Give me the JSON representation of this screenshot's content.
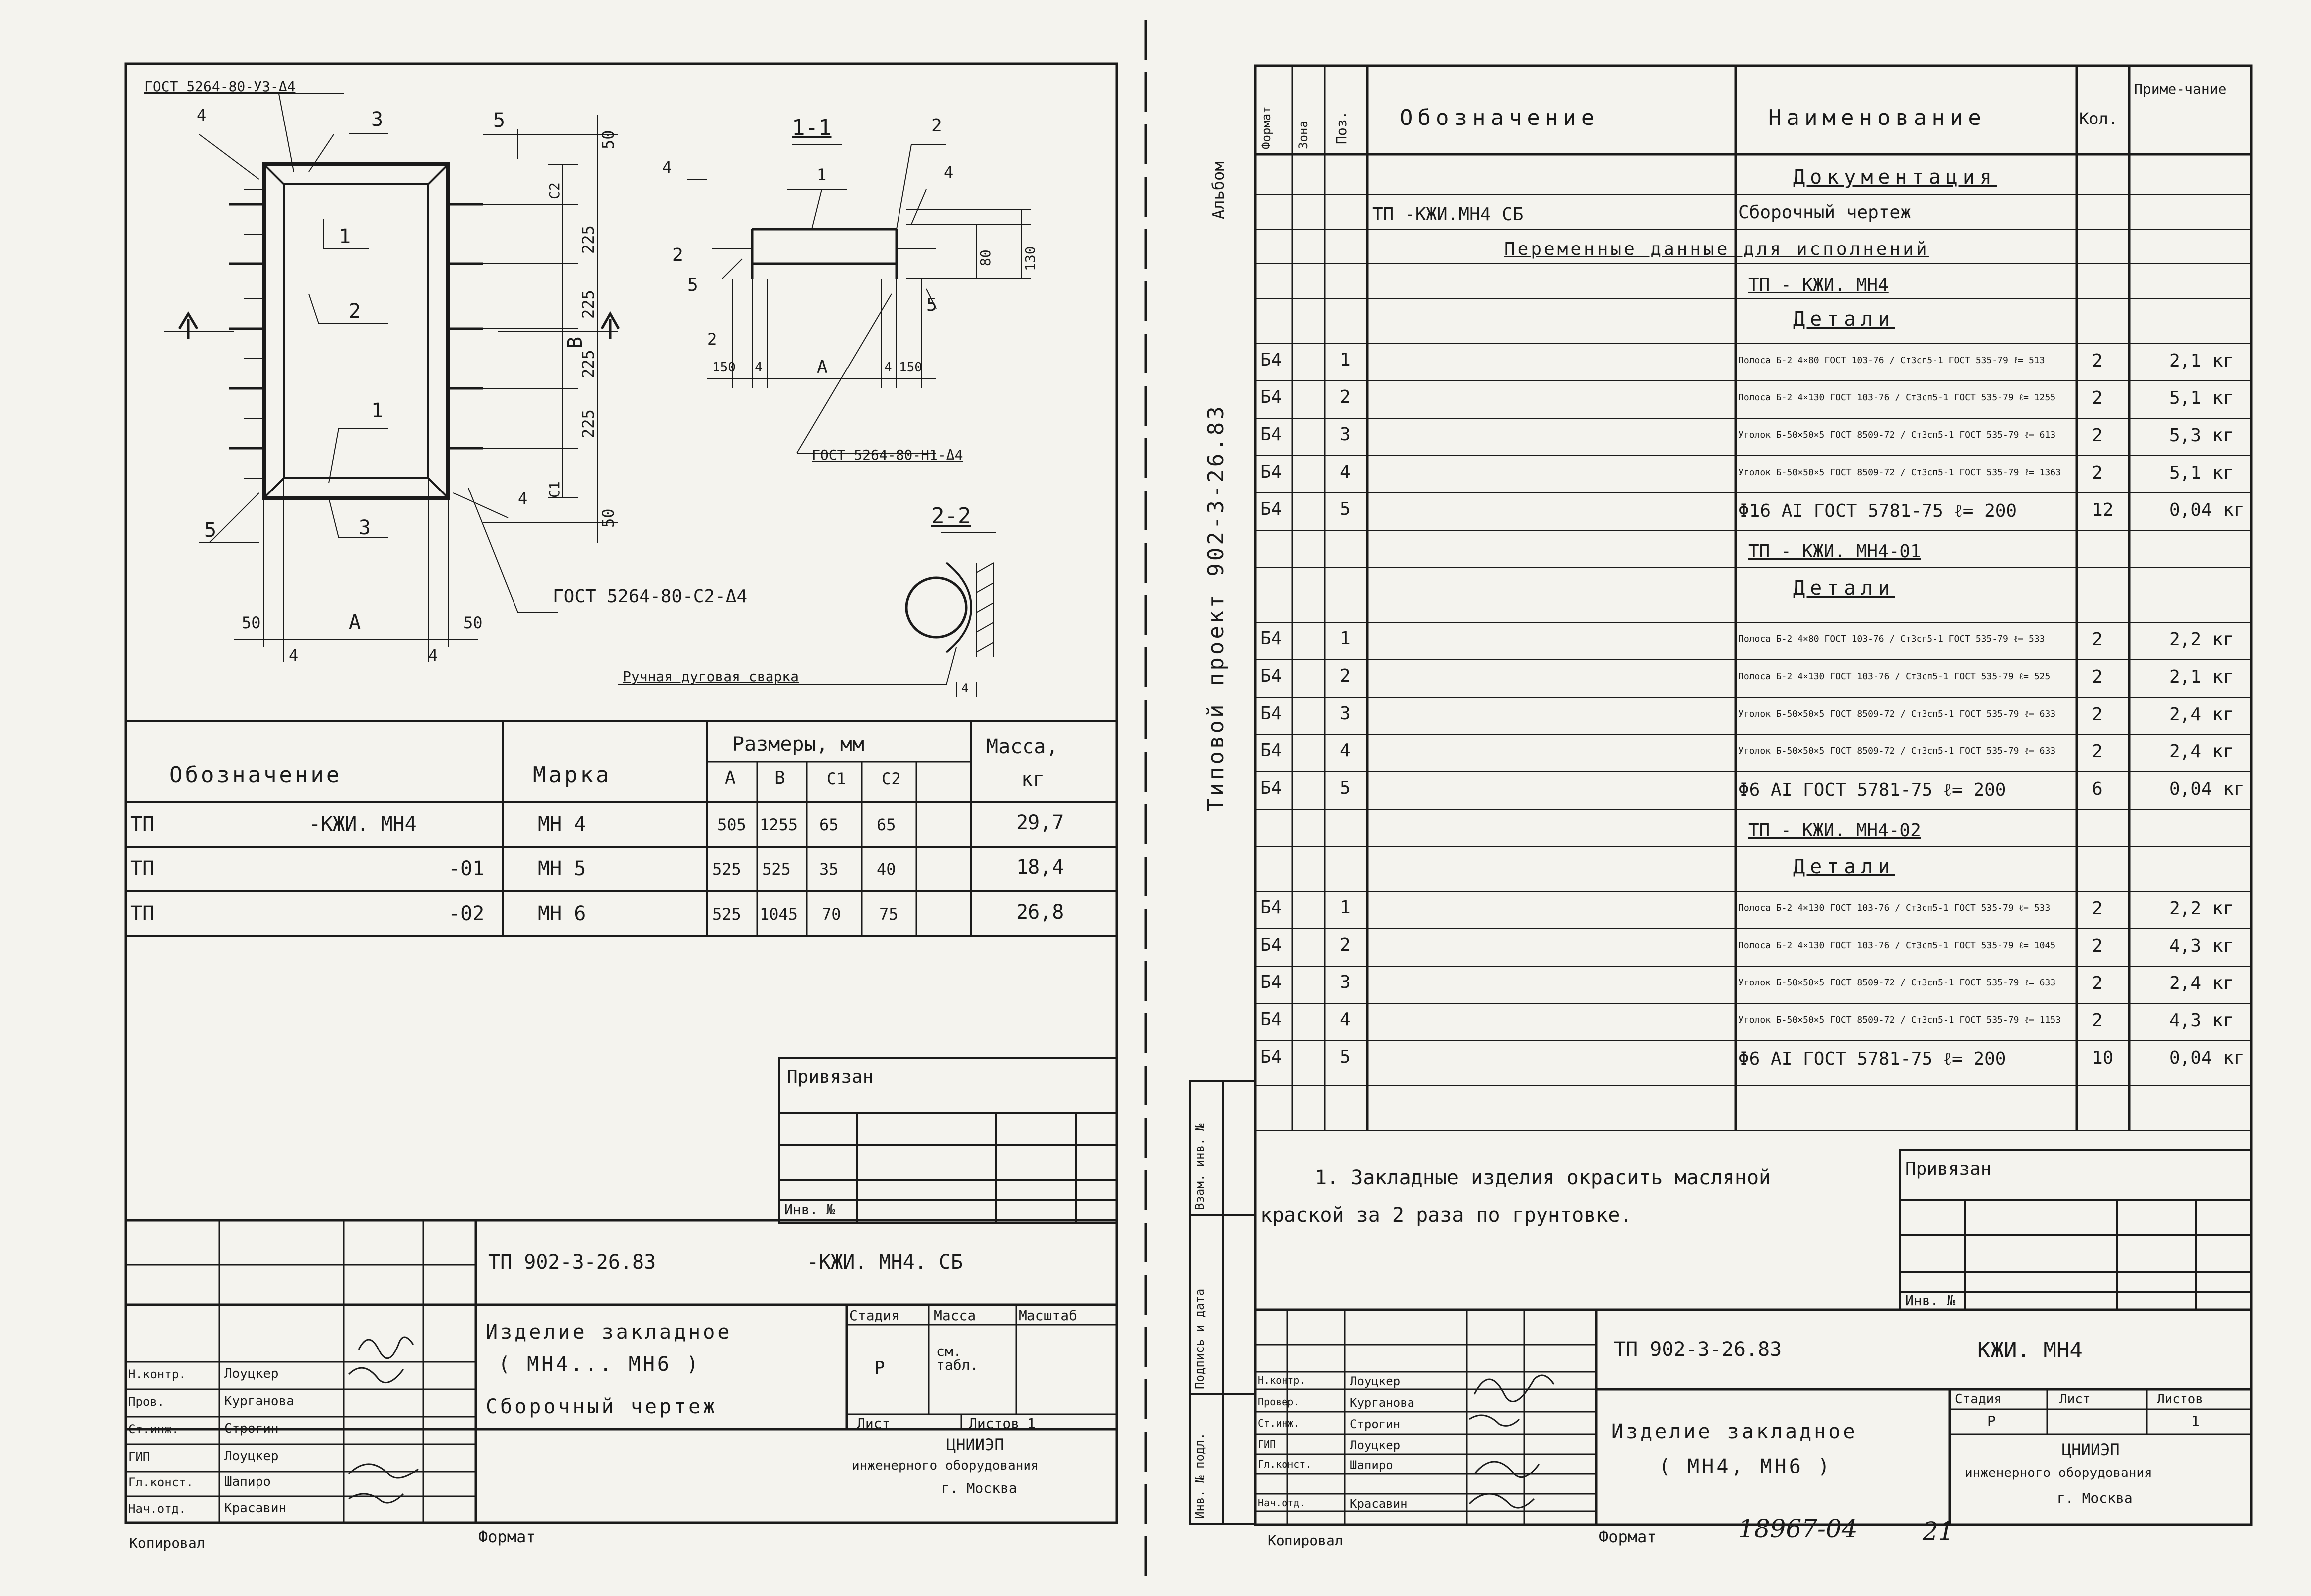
{
  "left_sheet": {
    "drawing": {
      "weld_top_label": "ГОСТ 5264-80-У3-Δ4",
      "weld_left_label": "ГОСТ 5264-80-Н1-Δ4",
      "weld_corner_label": "ГОСТ 5264-80-С2-Δ4",
      "weld_method_label": "Ручная дуговая сварка",
      "section_1_label": "1-1",
      "section_2_label": "2-2",
      "dim_A": "A",
      "dim_B": "B",
      "dim_50": "50",
      "dim_225": "225",
      "dim_4": "4",
      "dim_5": "5",
      "dim_80": "80",
      "dim_130": "130",
      "dim_150": "150",
      "dim_C1": "C1",
      "dim_C2": "C2",
      "pos_1": "1",
      "pos_2": "2",
      "pos_3": "3",
      "pos_4": "4",
      "pos_5": "5"
    },
    "table": {
      "headers": {
        "designation": "Обозначение",
        "mark": "Марка",
        "dims": "Размеры, мм",
        "a": "A",
        "b": "B",
        "c1": "C1",
        "c2": "C2",
        "mass": "Масса,",
        "mass_unit": "кг"
      },
      "rows": [
        {
          "code": "ТП",
          "designation": "-КЖИ. МН4",
          "mark": "МН 4",
          "a": "505",
          "b": "1255",
          "c1": "65",
          "c2": "65",
          "mass": "29,7"
        },
        {
          "code": "ТП",
          "designation": "-01",
          "mark": "МН 5",
          "a": "525",
          "b": "525",
          "c1": "35",
          "c2": "40",
          "mass": "18,4"
        },
        {
          "code": "ТП",
          "designation": "-02",
          "mark": "МН 6",
          "a": "525",
          "b": "1045",
          "c1": "70",
          "c2": "75",
          "mass": "26,8"
        }
      ]
    },
    "bound_box": {
      "title": "Привязан",
      "inv_label": "Инв. №"
    },
    "title_block": {
      "code": "ТП 902-3-26.83",
      "code_suffix": "-КЖИ. МН4. СБ",
      "item_title_1": "Изделие закладное",
      "item_title_2": "( МН4... МН6 )",
      "doc_type": "Сборочный чертеж",
      "stage_label": "Стадия",
      "mass_label": "Масса",
      "scale_label": "Масштаб",
      "stage_value": "Р",
      "mass_value": "см. табл.",
      "sheet_label": "Лист",
      "sheets_label": "Листов 1",
      "org_1": "ЦНИИЭП",
      "org_2": "инженерного оборудования",
      "org_3": "г. Москва",
      "roles": [
        "Н.контр.",
        "Пров.",
        "Ст.инж.",
        "ГИП",
        "Гл.конст.",
        "Нач.отд."
      ],
      "names": [
        "Лоуцкер",
        "Курганова",
        "Строгин",
        "Лоуцкер",
        "Шапиро",
        "Красавин"
      ],
      "copied": "Копировал",
      "format": "Формат"
    }
  },
  "right_sheet": {
    "side_labels": {
      "album": "Альбом",
      "project": "Типовой проект 902-3-26.83"
    },
    "spec_headers": {
      "format": "Формат",
      "zone": "Зона",
      "pos": "Поз.",
      "designation": "Обозначение",
      "name": "Наименование",
      "qty": "Кол.",
      "note": "Приме-чание"
    },
    "spec_rows": [
      {
        "fmt": "",
        "pos": "",
        "des": "",
        "name": "Документация",
        "qty": "",
        "note": "",
        "kind": "section"
      },
      {
        "fmt": "",
        "pos": "",
        "des": "ТП -КЖИ.МН4 СБ",
        "name": "Сборочный чертеж",
        "qty": "",
        "note": "",
        "kind": "row"
      },
      {
        "fmt": "",
        "pos": "",
        "des": "Переменные данные для исполнений",
        "name": "",
        "qty": "",
        "note": "",
        "kind": "wide"
      },
      {
        "fmt": "",
        "pos": "",
        "des": "",
        "name": "ТП - КЖИ. МН4",
        "qty": "",
        "note": "",
        "kind": "sub"
      },
      {
        "fmt": "",
        "pos": "",
        "des": "",
        "name": "Детали",
        "qty": "",
        "note": "",
        "kind": "section"
      },
      {
        "fmt": "Б4",
        "pos": "1",
        "des": "",
        "name": "Полоса Б-2 4×80 ГОСТ 103-76 / Ст3сп5-1 ГОСТ 535-79 ℓ= 513",
        "qty": "2",
        "note": "2,1 кг",
        "kind": "row"
      },
      {
        "fmt": "Б4",
        "pos": "2",
        "des": "",
        "name": "Полоса Б-2 4×130 ГОСТ 103-76 / Ст3сп5-1 ГОСТ 535-79 ℓ= 1255",
        "qty": "2",
        "note": "5,1 кг",
        "kind": "row"
      },
      {
        "fmt": "Б4",
        "pos": "3",
        "des": "",
        "name": "Уголок Б-50×50×5 ГОСТ 8509-72 / Ст3сп5-1 ГОСТ 535-79 ℓ= 613",
        "qty": "2",
        "note": "5,3 кг",
        "kind": "row"
      },
      {
        "fmt": "Б4",
        "pos": "4",
        "des": "",
        "name": "Уголок Б-50×50×5 ГОСТ 8509-72 / Ст3сп5-1 ГОСТ 535-79 ℓ= 1363",
        "qty": "2",
        "note": "5,1 кг",
        "kind": "row"
      },
      {
        "fmt": "Б4",
        "pos": "5",
        "des": "",
        "name": "Φ16 AI ГОСТ 5781-75 ℓ= 200",
        "qty": "12",
        "note": "0,04 кг",
        "kind": "row"
      },
      {
        "fmt": "",
        "pos": "",
        "des": "",
        "name": "ТП - КЖИ. МН4-01",
        "qty": "",
        "note": "",
        "kind": "sub"
      },
      {
        "fmt": "",
        "pos": "",
        "des": "",
        "name": "Детали",
        "qty": "",
        "note": "",
        "kind": "section"
      },
      {
        "fmt": "Б4",
        "pos": "1",
        "des": "",
        "name": "Полоса Б-2 4×80 ГОСТ 103-76 / Ст3сп5-1 ГОСТ 535-79 ℓ= 533",
        "qty": "2",
        "note": "2,2 кг",
        "kind": "row"
      },
      {
        "fmt": "Б4",
        "pos": "2",
        "des": "",
        "name": "Полоса Б-2 4×130 ГОСТ 103-76 / Ст3сп5-1 ГОСТ 535-79 ℓ= 525",
        "qty": "2",
        "note": "2,1 кг",
        "kind": "row"
      },
      {
        "fmt": "Б4",
        "pos": "3",
        "des": "",
        "name": "Уголок Б-50×50×5 ГОСТ 8509-72 / Ст3сп5-1 ГОСТ 535-79 ℓ= 633",
        "qty": "2",
        "note": "2,4 кг",
        "kind": "row"
      },
      {
        "fmt": "Б4",
        "pos": "4",
        "des": "",
        "name": "Уголок Б-50×50×5 ГОСТ 8509-72 / Ст3сп5-1 ГОСТ 535-79 ℓ= 633",
        "qty": "2",
        "note": "2,4 кг",
        "kind": "row"
      },
      {
        "fmt": "Б4",
        "pos": "5",
        "des": "",
        "name": "Φ6 AI ГОСТ 5781-75 ℓ= 200",
        "qty": "6",
        "note": "0,04 кг",
        "kind": "row"
      },
      {
        "fmt": "",
        "pos": "",
        "des": "",
        "name": "ТП - КЖИ. МН4-02",
        "qty": "",
        "note": "",
        "kind": "sub"
      },
      {
        "fmt": "",
        "pos": "",
        "des": "",
        "name": "Детали",
        "qty": "",
        "note": "",
        "kind": "section"
      },
      {
        "fmt": "Б4",
        "pos": "1",
        "des": "",
        "name": "Полоса Б-2 4×130 ГОСТ 103-76 / Ст3сп5-1 ГОСТ 535-79 ℓ= 533",
        "qty": "2",
        "note": "2,2 кг",
        "kind": "row"
      },
      {
        "fmt": "Б4",
        "pos": "2",
        "des": "",
        "name": "Полоса Б-2 4×130 ГОСТ 103-76 / Ст3сп5-1 ГОСТ 535-79 ℓ= 1045",
        "qty": "2",
        "note": "4,3 кг",
        "kind": "row"
      },
      {
        "fmt": "Б4",
        "pos": "3",
        "des": "",
        "name": "Уголок Б-50×50×5 ГОСТ 8509-72 / Ст3сп5-1 ГОСТ 535-79 ℓ= 633",
        "qty": "2",
        "note": "2,4 кг",
        "kind": "row"
      },
      {
        "fmt": "Б4",
        "pos": "4",
        "des": "",
        "name": "Уголок Б-50×50×5 ГОСТ 8509-72 / Ст3сп5-1 ГОСТ 535-79 ℓ= 1153",
        "qty": "2",
        "note": "4,3 кг",
        "kind": "row"
      },
      {
        "fmt": "Б4",
        "pos": "5",
        "des": "",
        "name": "Φ6 AI ГОСТ 5781-75 ℓ= 200",
        "qty": "10",
        "note": "0,04 кг",
        "kind": "row"
      }
    ],
    "note_line_1": "1. Закладные изделия окрасить масляной",
    "note_line_2": "краской за 2 раза по грунтовке.",
    "bound_box": {
      "title": "Привязан",
      "inv_label": "Инв. №"
    },
    "side_strip": [
      "Инв. № подл.",
      "Подпись и дата",
      "Взам. инв. №"
    ],
    "title_block": {
      "code": "ТП 902-3-26.83",
      "code_suffix": "КЖИ. МН4",
      "item_title_1": "Изделие закладное",
      "item_title_2": "( МН4, МН6 )",
      "stage_label": "Стадия",
      "sheet_label": "Лист",
      "sheets_label": "Листов",
      "stage_value": "Р",
      "sheets_value": "1",
      "org_1": "ЦНИИЭП",
      "org_2": "инженерного оборудования",
      "org_3": "г. Москва",
      "roles": [
        "Н.контр.",
        "Провер.",
        "Ст.инж.",
        "ГИП",
        "Гл.конст.",
        "Нач.отд."
      ],
      "names": [
        "Лоуцкер",
        "Курганова",
        "Строгин",
        "Лоуцкер",
        "Шапиро",
        "Красавин"
      ],
      "copied": "Копировал",
      "format": "Формат",
      "stamp_number": "18967-04",
      "page_number": "21"
    }
  }
}
